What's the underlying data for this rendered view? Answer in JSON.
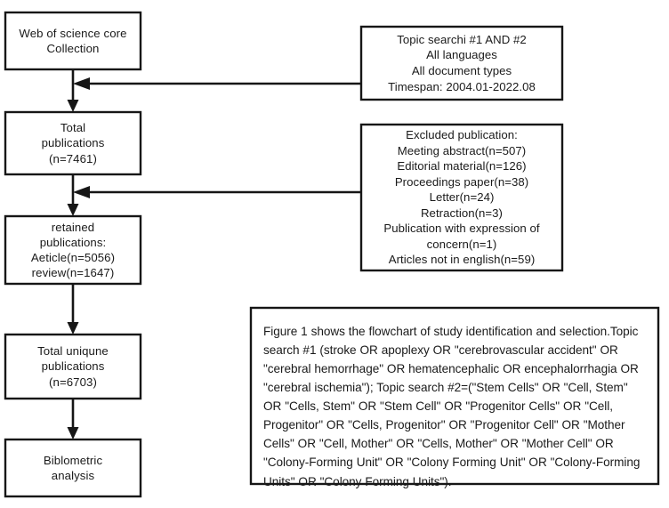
{
  "figure": {
    "title": "Flowchart of study identification and selection"
  },
  "nodes": {
    "source": {
      "lines": [
        "Web of science core",
        "Collection"
      ]
    },
    "total_publications": {
      "lines": [
        "Total",
        "publications",
        "(n=7461)"
      ]
    },
    "retained_publications": {
      "lines": [
        "retained",
        "publications:",
        "Aeticle(n=5056)",
        "review(n=1647)"
      ]
    },
    "total_unique": {
      "lines": [
        "Total uniqune",
        "publications",
        "(n=6703)"
      ]
    },
    "analysis": {
      "lines": [
        "Biblometric",
        "analysis"
      ]
    },
    "search_criteria": {
      "lines": [
        "Topic searchi #1 AND #2",
        "All languages",
        "All document types",
        "Timespan: 2004.01-2022.08"
      ]
    },
    "exclusions": {
      "lines": [
        "Excluded publication:",
        "Meeting abstract(n=507)",
        "Editorial material(n=126)",
        "Proceedings paper(n=38)",
        "Letter(n=24)",
        "Retraction(n=3)",
        "Publication with expression of",
        "concern(n=1)",
        "Articles not in english(n=59)"
      ]
    }
  },
  "caption": {
    "text": "Figure 1 shows the flowchart of study identification and selection.Topic search #1  (stroke OR apoplexy OR \"cerebrovascular accident\" OR \"cerebral hemorrhage\" OR hematencephalic OR encephalorrhagia OR \"cerebral ischemia\");  Topic search #2=(\"Stem Cells\" OR \"Cell, Stem\" OR \"Cells, Stem\" OR \"Stem Cell\" OR \"Progenitor Cells\" OR \"Cell, Progenitor\" OR \"Cells, Progenitor\" OR \"Progenitor Cell\" OR \"Mother Cells\" OR \"Cell, Mother\" OR \"Cells, Mother\" OR \"Mother Cell\" OR \"Colony-Forming Unit\" OR \"Colony Forming Unit\" OR \"Colony-Forming Units\" OR \"Colony Forming Units\")."
  },
  "colors": {
    "stroke": "#161616",
    "fill": "#ffffff",
    "text": "#1a1a1a"
  }
}
